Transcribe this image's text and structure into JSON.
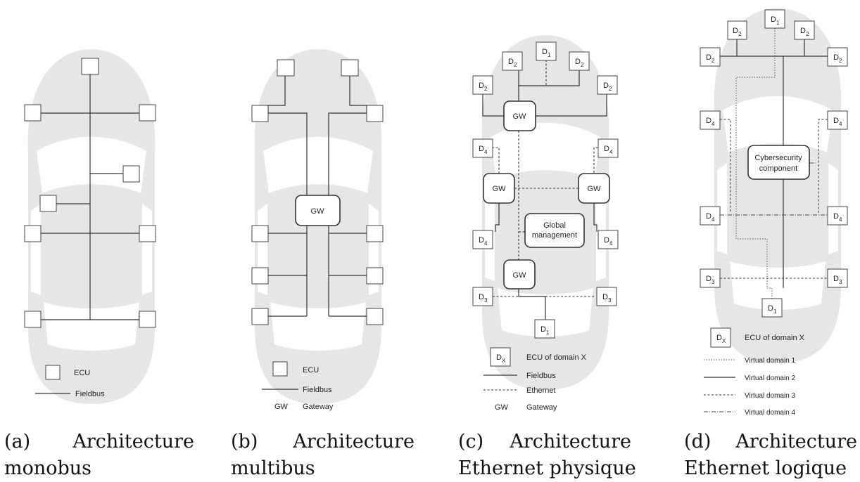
{
  "panels": [
    {
      "id": "a",
      "caption_letter": "(a)",
      "caption_line1": "Architecture",
      "caption_line2": "monobus",
      "legend": {
        "ecu": "ECU",
        "fieldbus": "Fieldbus"
      }
    },
    {
      "id": "b",
      "caption_letter": "(b)",
      "caption_line1": "Architecture",
      "caption_line2": "multibus",
      "gw_label": "GW",
      "legend": {
        "ecu": "ECU",
        "fieldbus": "Fieldbus",
        "gw_abbrev": "GW",
        "gateway": "Gateway"
      }
    },
    {
      "id": "c",
      "caption_letter": "(c)",
      "caption_line1": "Architecture",
      "caption_line2": "Ethernet physique",
      "gw_label": "GW",
      "global_line1": "Global",
      "global_line2": "management",
      "domain_letter": "D",
      "legend": {
        "dx_sub": "X",
        "ecu_domain": "ECU of domain X",
        "fieldbus": "Fieldbus",
        "ethernet": "Ethernet",
        "gw_abbrev": "GW",
        "gateway": "Gateway"
      }
    },
    {
      "id": "d",
      "caption_letter": "(d)",
      "caption_line1": "Architecture",
      "caption_line2": "Ethernet logique",
      "cyber_line1": "Cybersecurity",
      "cyber_line2": "component",
      "domain_letter": "D",
      "legend": {
        "dx_sub": "X",
        "ecu_domain": "ECU of domain X",
        "vd1": "Virtual domain 1",
        "vd2": "Virtual domain 2",
        "vd3": "Virtual domain 3",
        "vd4": "Virtual domain 4"
      }
    }
  ]
}
